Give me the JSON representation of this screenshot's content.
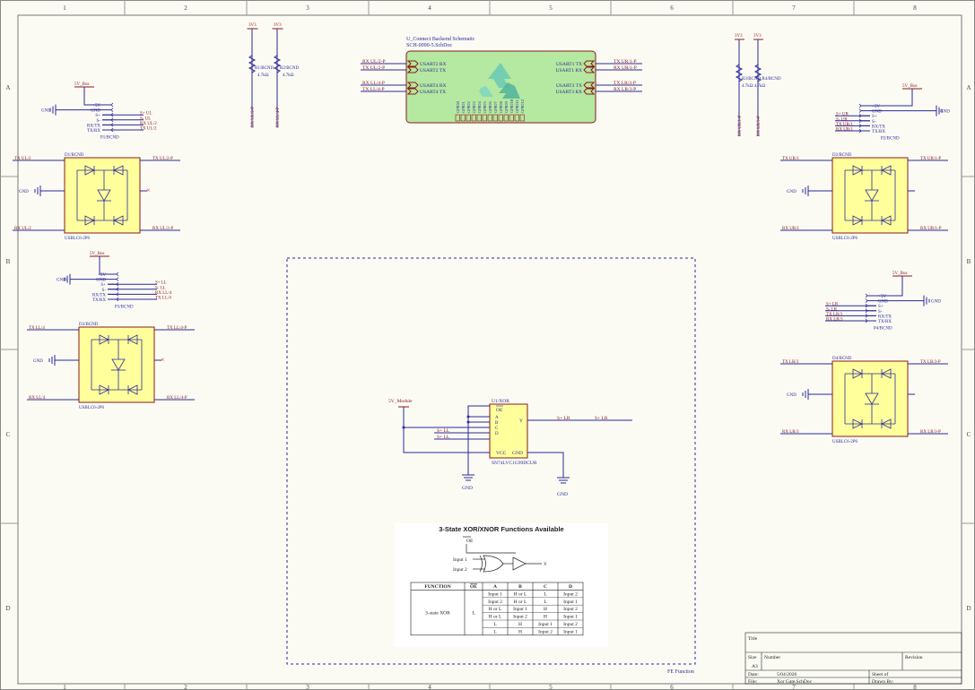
{
  "frame": {
    "col_labels": [
      "1",
      "2",
      "3",
      "4",
      "5",
      "6",
      "7",
      "8"
    ],
    "row_labels": [
      "A",
      "B",
      "C",
      "D"
    ]
  },
  "sheet_symbol": {
    "designator": "U_Connect Backend Schematic",
    "filename": "SCH-0000-5.SchDoc",
    "left_ports": [
      "USART2 RX",
      "USART2 TX",
      "USART4 RX",
      "USART4 TX"
    ],
    "right_ports": [
      "USART1 TX",
      "USART1 RX",
      "USART3 TX",
      "USART3 RX"
    ],
    "left_nets": [
      "RX UL/2-P",
      "TX UL/2-P",
      "RX LL/4-P",
      "TX LL/4-P"
    ],
    "right_nets": [
      "TX UR/1-P",
      "RX UR/1-P",
      "TX LR/3-P",
      "RX LR/3-P"
    ],
    "gpio_pins": [
      "GPIO0",
      "GPIO1",
      "GPIO2",
      "GPIO3",
      "GPIO4",
      "GPIO5",
      "GPIO6",
      "GPIO7",
      "GPIO8",
      "GPIO9",
      "GPIO10",
      "GPIO11",
      "GPIO12"
    ]
  },
  "pullups_left": {
    "rail1": "3V3",
    "rail2": "3V3",
    "r1_ref": "R1/BCND",
    "r1_val": "4.7kΩ",
    "r2_ref": "R2/BCND",
    "r2_val": "4.7kΩ",
    "net1": "RX UL/2-P",
    "net2": "RX LL/4-P"
  },
  "pullups_right": {
    "rail1": "3V3",
    "rail2": "3V3",
    "r_refs": "R3/BCND R4/BCND",
    "r_vals": "4.7kΩ 4.7kΩ",
    "net1": "RX UR/1-P",
    "net2": "RX LR/3-P"
  },
  "p1": {
    "rail": "5V_Bus",
    "gnd": "GND",
    "ref": "P1/BCND",
    "pins": [
      "+5V",
      "GND",
      "S+",
      "S-",
      "RX/TX",
      "TX/RX"
    ],
    "nets": [
      "S+ UL",
      "S- UL",
      "RX UL/2",
      "TX UL/2"
    ]
  },
  "p2": {
    "rail": "5V_Bus",
    "gnd": "GND",
    "ref": "P2/BCND",
    "pins": [
      "+5V",
      "GND",
      "S+",
      "S-",
      "RX/TX",
      "TX/RX"
    ],
    "nets": [
      "S+ UR",
      "S- UR",
      "TX UR/1",
      "RX UR/1"
    ]
  },
  "p3": {
    "rail": "5V_Bus",
    "gnd": "GND",
    "ref": "P3/BCND",
    "pins": [
      "+5V",
      "GND",
      "S+",
      "S-",
      "RX/TX",
      "TX/RX"
    ],
    "nets": [
      "S+ LL",
      "S- LL",
      "RX LL/4",
      "TX LL/4"
    ]
  },
  "p4": {
    "rail": "5V_Bus",
    "gnd": "GND",
    "ref": "P4/BCND",
    "pins": [
      "+5V",
      "GND",
      "S+",
      "S-",
      "RX/TX",
      "TX/RX"
    ],
    "nets": [
      "S+ LR",
      "S- LR",
      "TX LR/3",
      "RX LR/3"
    ]
  },
  "d1": {
    "ref": "D1/BCND",
    "part": "USBLC6-2P6",
    "gnd": "GND",
    "in_top": "TX UL/2",
    "out_top": "TX UL/2-P",
    "in_bot": "RX UL/2",
    "out_bot": "RX UL/2-P"
  },
  "d2": {
    "ref": "D2/BCND",
    "part": "USBLC6-2P6",
    "gnd": "GND",
    "in_top": "TX UR/1",
    "out_top": "TX UR/1-P",
    "in_bot": "RX UR/1",
    "out_bot": "RX UR/1-P"
  },
  "d3": {
    "ref": "D3/BCND",
    "part": "USBLC6-2P6",
    "gnd": "GND",
    "in_top": "TX LL/4",
    "out_top": "TX LL/4-P",
    "in_bot": "RX LL/4",
    "out_bot": "RX LL/4-P"
  },
  "d4": {
    "ref": "D4/BCND",
    "part": "USBLC6-2P6",
    "gnd": "GND",
    "in_top": "TX LR/3",
    "out_top": "TX LR/3-P",
    "in_bot": "RX LR/3",
    "out_bot": "RX LR/3-P"
  },
  "xor": {
    "ref": "U1/XOR",
    "part": "SN74LVC1G99DCUR",
    "oe": "OE",
    "pins": [
      "A",
      "B",
      "C",
      "D"
    ],
    "out_pin": "Y",
    "vcc": "VCC",
    "gnd_pin": "GND",
    "rail": "5V_Module",
    "in_c": "S+ LL",
    "in_d": "S+ LL",
    "out_net1": "S+ LR",
    "out_net2": "S+ LR",
    "gnd1": "GND",
    "gnd2": "GND"
  },
  "function_table": {
    "title": "3-State XOR/XNOR Functions Available",
    "oe_label": "OE",
    "input1": "Input 1",
    "input2": "Input 2",
    "y_label": "Y",
    "headers": [
      "FUNCTION",
      "OE",
      "A",
      "B",
      "C",
      "D"
    ],
    "function": "3-state XOR",
    "oe_value": "L",
    "rows": [
      [
        "Input 1",
        "H or L",
        "L",
        "Input 2"
      ],
      [
        "Input 2",
        "H or L",
        "L",
        "Input 1"
      ],
      [
        "H or L",
        "Input 1",
        "H",
        "Input 2"
      ],
      [
        "H or L",
        "Input 2",
        "H",
        "Input 1"
      ],
      [
        "L",
        "H",
        "Input 1",
        "Input 2"
      ],
      [
        "L",
        "H",
        "Input 2",
        "Input 1"
      ]
    ]
  },
  "region_label": "FE Function",
  "title_block": {
    "title": "Title",
    "size_label": "Size",
    "size": "A3",
    "number": "Number",
    "revision": "Revision",
    "date_label": "Date:",
    "date": "5/04/2026",
    "file_label": "File:",
    "file": "Xor Gate.SchDoc",
    "sheet": "Sheet of",
    "drawn": "Drawn By:"
  },
  "colors": {
    "wire": "#2a2a9a",
    "body": "#ffff9c",
    "body_stroke": "#8b1a1a",
    "text": "#2a2a9a",
    "net": "#8b1a1a",
    "sheet_fill": "#b5e8a0"
  }
}
